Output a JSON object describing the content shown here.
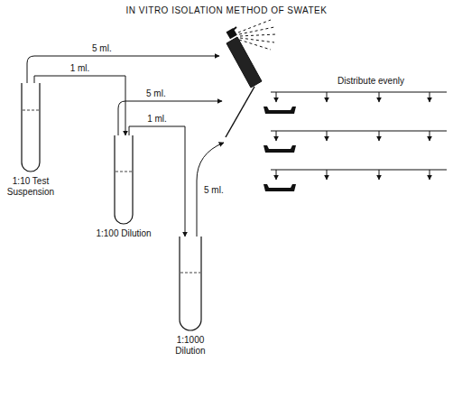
{
  "diagram": {
    "title": "IN VITRO ISOLATION METHOD OF SWATEK",
    "nodes": [
      {
        "text": [
          "1:10 Test Suspension"
        ]
      },
      {
        "text": [
          "1:100 Dilution"
        ]
      },
      {
        "text": [
          "1:1000 Dilution"
        ]
      }
    ],
    "edges": [
      {
        "from": 0,
        "to": 1,
        "label": "1 ml.",
        "arrow": "to"
      },
      {
        "from": 1,
        "to": 2,
        "label": "1 ml.",
        "arrow": "to"
      }
    ],
    "labels": [
      "5 ml.",
      "5 ml.",
      "5 ml.",
      "Distribute evenly"
    ]
  }
}
